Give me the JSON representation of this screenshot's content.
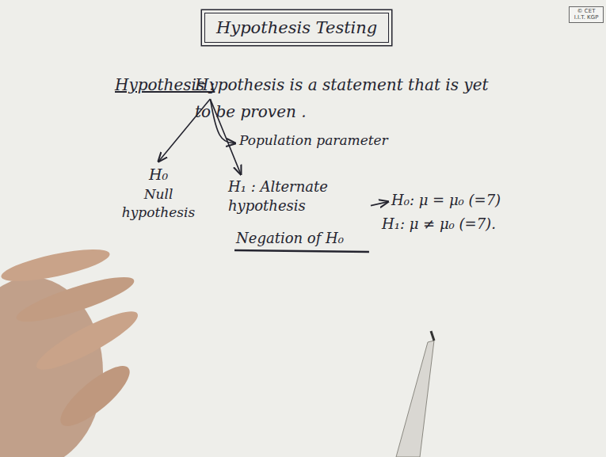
{
  "diagram": {
    "title": "Hypothesis Testing",
    "nodes": [
      {
        "text": [
          "Hypothesis :"
        ]
      },
      {
        "text": [
          "Population parameter"
        ]
      },
      {
        "text": [
          "H₀",
          "Null hypothesis"
        ]
      },
      {
        "text": [
          "H₁ : Alternate hypothesis"
        ]
      }
    ],
    "edges": [
      {
        "from": 0,
        "to": 1,
        "arrow": "to"
      },
      {
        "from": 0,
        "to": 2,
        "arrow": "to"
      },
      {
        "from": 0,
        "to": 3,
        "arrow": "to"
      }
    ],
    "labels": [
      "© CET I.I.T. KGP",
      "Hypothesis is a statement that is yet to be proven .",
      "Negation of H₀",
      "H₀: μ = μ₀ (=7)",
      "H₁: μ ≠ μ₀ (=7)."
    ]
  }
}
